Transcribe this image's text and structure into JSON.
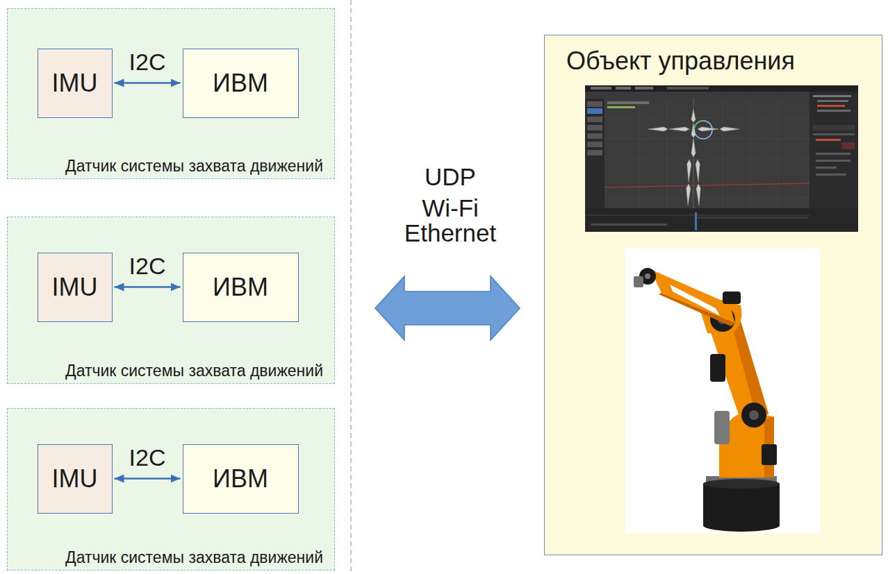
{
  "diagram": {
    "nodes": [
      {
        "text": [
          "Датчик системы захвата движений"
        ]
      },
      {
        "text": [
          "IMU"
        ],
        "in": 0
      },
      {
        "text": [
          "ИВМ"
        ],
        "in": 0
      },
      {
        "text": [
          "Датчик системы захвата движений"
        ]
      },
      {
        "text": [
          "IMU"
        ],
        "in": 3
      },
      {
        "text": [
          "ИВМ"
        ],
        "in": 3
      },
      {
        "text": [
          "Датчик системы захвата движений"
        ]
      },
      {
        "text": [
          "IMU"
        ],
        "in": 6
      },
      {
        "text": [
          "ИВМ"
        ],
        "in": 6
      },
      {
        "text": [
          "Объект управления"
        ]
      }
    ],
    "edges": [
      {
        "from": 1,
        "to": 2,
        "label": "I2C",
        "arrow": "both"
      },
      {
        "from": 4,
        "to": 5,
        "label": "I2C",
        "arrow": "both"
      },
      {
        "from": 7,
        "to": 8,
        "label": "I2C",
        "arrow": "both"
      }
    ],
    "labels": [
      "UDP",
      "Wi-Fi",
      "Ethernet"
    ]
  }
}
